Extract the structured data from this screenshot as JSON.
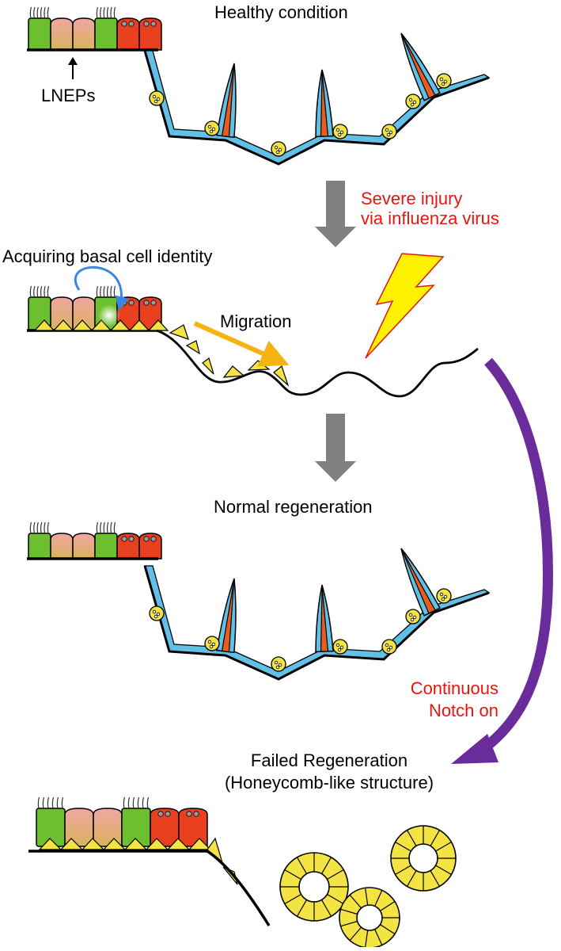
{
  "labels": {
    "healthy": "Healthy condition",
    "lneps": "LNEPs",
    "injury_line1": "Severe injury",
    "injury_line2": "via influenza virus",
    "acquiring": "Acquiring basal cell identity",
    "migration": "Migration",
    "normal": "Normal regeneration",
    "notch_line1": "Continuous",
    "notch_line2": "Notch on",
    "failed_line1": "Failed Regeneration",
    "failed_line2": "(Honeycomb-like structure)"
  },
  "colors": {
    "ciliated": "#6cbf2f",
    "club": "#e9a7a0",
    "goblet": "#e8401e",
    "type1_cell": "#62c0e6",
    "type2_cell": "#f4e443",
    "basal": "#f4e443",
    "neuroendocrine_core": "#e65d1f",
    "gray_arrow": "#808080",
    "migration_arrow": "#f6b412",
    "notch_arrow": "#6a2c9b",
    "curl_arrow": "#3b87e0",
    "lightning": "#fff200",
    "lightning_edge": "#e8140f",
    "red_text": "#e8140f"
  },
  "icons": {
    "injury": "lightning-icon",
    "transition": "down-arrow-icon",
    "honeycomb": "honeycomb-cyst-icon"
  }
}
